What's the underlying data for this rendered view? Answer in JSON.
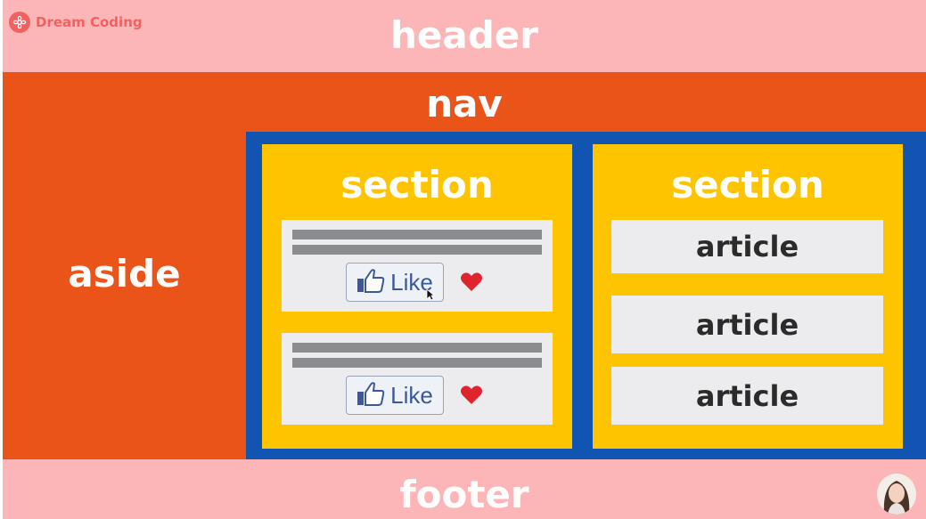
{
  "colors": {
    "header": "#fdb6b8",
    "nav": "#ea5419",
    "main": "#1254b2",
    "section": "#fec400",
    "article": "#ececee",
    "footer": "#fdb6b8",
    "text_dark": "#2b2b2b",
    "brand": "#f0615f",
    "post_line": "#8a8c8f",
    "like_border": "#9aa5b8",
    "like_bg": "#eef1f6",
    "like_text": "#3b5998",
    "heart": "#e0242e"
  },
  "brand": {
    "text": "Dream Coding",
    "logo_icon": "flower-icon"
  },
  "header": {
    "label": "header"
  },
  "nav": {
    "label": "nav"
  },
  "aside": {
    "label": "aside"
  },
  "sections": [
    {
      "label": "section",
      "posts": [
        {
          "like_label": "Like",
          "cursor": true
        },
        {
          "like_label": "Like",
          "cursor": false
        }
      ]
    },
    {
      "label": "section",
      "articles": [
        "article",
        "article",
        "article"
      ]
    }
  ],
  "footer": {
    "label": "footer"
  }
}
